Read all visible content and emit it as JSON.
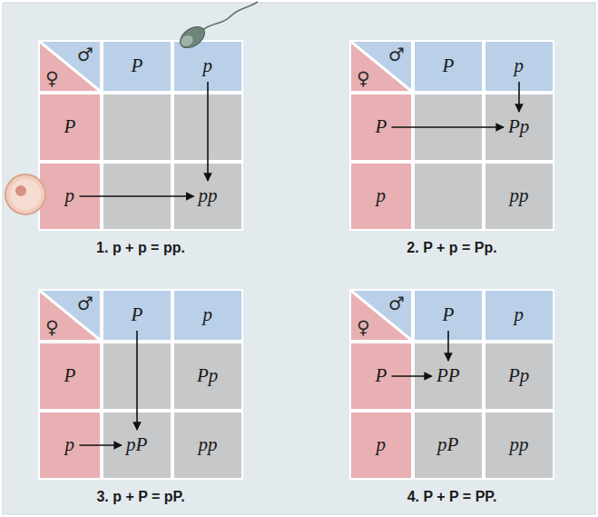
{
  "diagram": {
    "nodes": [
      {
        "text": [
          "1. p + p = pp."
        ]
      },
      {
        "text": [
          "♂",
          "♀"
        ],
        "in": 0
      },
      {
        "text": [
          "P"
        ],
        "in": 0
      },
      {
        "text": [
          "p"
        ],
        "in": 0
      },
      {
        "text": [
          "P"
        ],
        "in": 0
      },
      {
        "text": [
          "p"
        ],
        "in": 0
      },
      {
        "text": [
          "pp"
        ],
        "in": 0
      },
      {
        "text": [
          "2. P + p = Pp."
        ]
      },
      {
        "text": [
          "♂",
          "♀"
        ],
        "in": 7
      },
      {
        "text": [
          "P"
        ],
        "in": 7
      },
      {
        "text": [
          "p"
        ],
        "in": 7
      },
      {
        "text": [
          "P"
        ],
        "in": 7
      },
      {
        "text": [
          "Pp"
        ],
        "in": 7
      },
      {
        "text": [
          "p"
        ],
        "in": 7
      },
      {
        "text": [
          "pp"
        ],
        "in": 7
      },
      {
        "text": [
          "3. p + P = pP."
        ]
      },
      {
        "text": [
          "♂",
          "♀"
        ],
        "in": 15
      },
      {
        "text": [
          "P"
        ],
        "in": 15
      },
      {
        "text": [
          "p"
        ],
        "in": 15
      },
      {
        "text": [
          "P"
        ],
        "in": 15
      },
      {
        "text": [
          "Pp"
        ],
        "in": 15
      },
      {
        "text": [
          "p"
        ],
        "in": 15
      },
      {
        "text": [
          "pP"
        ],
        "in": 15
      },
      {
        "text": [
          "pp"
        ],
        "in": 15
      },
      {
        "text": [
          "4. P + P = PP."
        ]
      },
      {
        "text": [
          "♂",
          "♀"
        ],
        "in": 24
      },
      {
        "text": [
          "P"
        ],
        "in": 24
      },
      {
        "text": [
          "p"
        ],
        "in": 24
      },
      {
        "text": [
          "P"
        ],
        "in": 24
      },
      {
        "text": [
          "PP"
        ],
        "in": 24
      },
      {
        "text": [
          "Pp"
        ],
        "in": 24
      },
      {
        "text": [
          "p"
        ],
        "in": 24
      },
      {
        "text": [
          "pP"
        ],
        "in": 24
      },
      {
        "text": [
          "pp"
        ],
        "in": 24
      }
    ],
    "edges": [
      {
        "from": 3,
        "to": 6,
        "arrow": "to"
      },
      {
        "from": 5,
        "to": 6,
        "arrow": "to"
      },
      {
        "from": 10,
        "to": 12,
        "arrow": "to"
      },
      {
        "from": 11,
        "to": 12,
        "arrow": "to"
      },
      {
        "from": 17,
        "to": 22,
        "arrow": "to"
      },
      {
        "from": 21,
        "to": 22,
        "arrow": "to"
      },
      {
        "from": 26,
        "to": 29,
        "arrow": "to"
      },
      {
        "from": 28,
        "to": 29,
        "arrow": "to"
      }
    ]
  }
}
